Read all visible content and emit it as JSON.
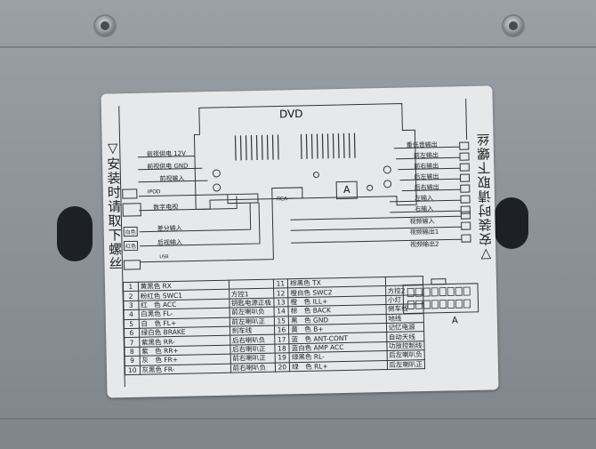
{
  "device_label": {
    "title": "DVD",
    "rca": "RCA",
    "connector_letter": "A",
    "connector_letter_small": "A",
    "left_vertical_text": "▽安装时请取下螺丝",
    "right_vertical_text": "▽安装时请取下螺丝",
    "left_wires": [
      "前视供电 12V",
      "前视供电 GND",
      "前视输入",
      "IPOD",
      "数字电视",
      "差分输入",
      "后视输入",
      "USB"
    ],
    "left_boxes": [
      "白色",
      "红色"
    ],
    "right_wires": [
      "重低音输出",
      "前左输出",
      "前右输出",
      "后左输出",
      "后右输出",
      "左输入",
      "右输入",
      "视频输入",
      "视频输出1",
      "视频输出2"
    ],
    "pin_table": [
      {
        "n": "1",
        "desc": "黄黑色 RX",
        "func": ""
      },
      {
        "n": "2",
        "desc": "粉红色 SWC1",
        "func": "方控1"
      },
      {
        "n": "3",
        "desc": "红　色 ACC",
        "func": "钥匙电源正极"
      },
      {
        "n": "4",
        "desc": "白黑色 FL-",
        "func": "前左喇叭负"
      },
      {
        "n": "5",
        "desc": "白　色 FL+",
        "func": "前左喇叭正"
      },
      {
        "n": "6",
        "desc": "绿白色 BRAKE",
        "func": "刹车线"
      },
      {
        "n": "7",
        "desc": "紫黑色 RR-",
        "func": "后右喇叭负"
      },
      {
        "n": "8",
        "desc": "紫　色 RR+",
        "func": "后右喇叭正"
      },
      {
        "n": "9",
        "desc": "灰　色 FR+",
        "func": "前右喇叭正"
      },
      {
        "n": "10",
        "desc": "灰黑色 FR-",
        "func": "前右喇叭负"
      },
      {
        "n": "11",
        "desc": "棕黑色 TX",
        "func": ""
      },
      {
        "n": "12",
        "desc": "橙白色 SWC2",
        "func": "方控2"
      },
      {
        "n": "13",
        "desc": "橙　色 ILL+",
        "func": "小灯"
      },
      {
        "n": "14",
        "desc": "棕　色 BACK",
        "func": "倒车线"
      },
      {
        "n": "15",
        "desc": "黑　色 GND",
        "func": "地线"
      },
      {
        "n": "16",
        "desc": "黄　色 B+",
        "func": "记忆电源"
      },
      {
        "n": "17",
        "desc": "蓝　色 ANT-CONT",
        "func": "自动天线"
      },
      {
        "n": "18",
        "desc": "蓝白色 AMP ACC",
        "func": "功放控制线"
      },
      {
        "n": "19",
        "desc": "绿黑色 RL-",
        "func": "后左喇叭负"
      },
      {
        "n": "20",
        "desc": "绿　色 RL+",
        "func": "后左喇叭正"
      }
    ]
  }
}
